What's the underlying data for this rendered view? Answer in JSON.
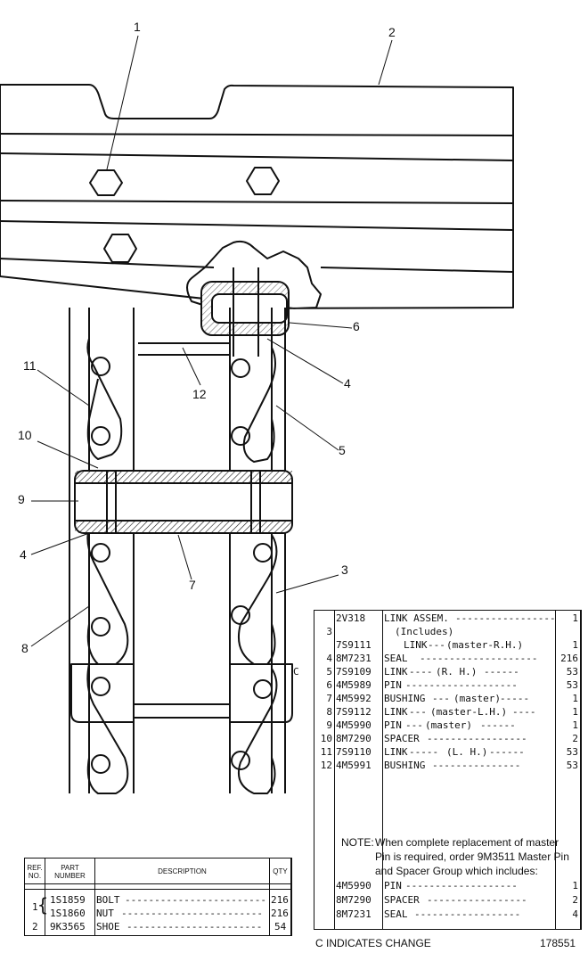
{
  "callouts": [
    "1",
    "2",
    "3",
    "4",
    "4",
    "5",
    "6",
    "7",
    "8",
    "9",
    "10",
    "11",
    "12"
  ],
  "parts_list": {
    "rows": [
      {
        "ref": "",
        "marker": "",
        "part": "2V318",
        "desc": "LINK ASSEM.",
        "note": "",
        "qty": "1"
      },
      {
        "ref": "3",
        "marker": "",
        "part": "",
        "desc": "(Includes)",
        "note": "",
        "qty": ""
      },
      {
        "ref": "",
        "marker": "",
        "part": "7S9111",
        "desc": "LINK",
        "note": "(master-R.H.)",
        "qty": "1"
      },
      {
        "ref": "4",
        "marker": "",
        "part": "8M7231",
        "desc": "SEAL",
        "note": "",
        "qty": "216"
      },
      {
        "ref": "5",
        "marker": "C",
        "part": "7S9109",
        "desc": "LINK",
        "note": "(R. H.)",
        "qty": "53"
      },
      {
        "ref": "6",
        "marker": "",
        "part": "4M5989",
        "desc": "PIN",
        "note": "",
        "qty": "53"
      },
      {
        "ref": "7",
        "marker": "",
        "part": "4M5992",
        "desc": "BUSHING",
        "note": "(master)",
        "qty": "1"
      },
      {
        "ref": "8",
        "marker": "",
        "part": "7S9112",
        "desc": "LINK",
        "note": "(master-L.H.)",
        "qty": "1"
      },
      {
        "ref": "9",
        "marker": "",
        "part": "4M5990",
        "desc": "PIN",
        "note": "(master)",
        "qty": "1"
      },
      {
        "ref": "10",
        "marker": "",
        "part": "8M7290",
        "desc": "SPACER",
        "note": "",
        "qty": "2"
      },
      {
        "ref": "11",
        "marker": "",
        "part": "7S9110",
        "desc": "LINK",
        "note": "(L. H.)",
        "qty": "53"
      },
      {
        "ref": "12",
        "marker": "",
        "part": "4M5991",
        "desc": "BUSHING",
        "note": "",
        "qty": "53"
      }
    ],
    "note_label": "NOTE:",
    "note_lines": [
      "When complete replacement of master",
      "Pin is required, order 9M3511 Master Pin",
      "and Spacer Group which includes:"
    ],
    "group_rows": [
      {
        "part": "4M5990",
        "desc": "PIN",
        "qty": "1"
      },
      {
        "part": "8M7290",
        "desc": "SPACER",
        "qty": "2"
      },
      {
        "part": "8M7231",
        "desc": "SEAL",
        "qty": "4"
      }
    ]
  },
  "small_table": {
    "headers": {
      "ref": "REF. NO.",
      "part": "PART NUMBER",
      "desc": "DESCRIPTION",
      "qty": "QTY"
    },
    "rows": [
      {
        "ref": "1",
        "part": "1S1859",
        "desc": "BOLT",
        "qty": "216"
      },
      {
        "ref": "",
        "part": "1S1860",
        "desc": "NUT",
        "qty": "216"
      },
      {
        "ref": "2",
        "part": "9K3565",
        "desc": "SHOE",
        "qty": "54"
      }
    ]
  },
  "footer": {
    "change_note": "C INDICATES CHANGE",
    "page_number": "178551"
  }
}
